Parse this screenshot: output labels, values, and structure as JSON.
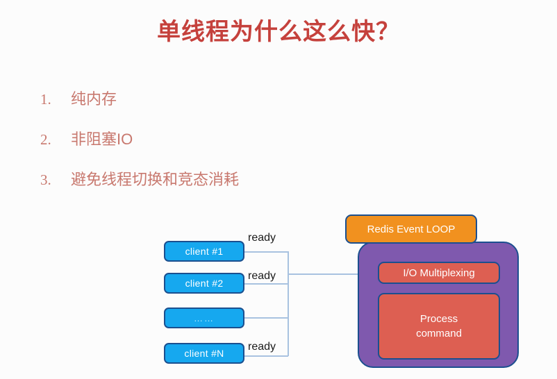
{
  "slide": {
    "title": "单线程为什么这么快？",
    "title_color": "#c5413c",
    "background": "#fcfcfc",
    "list_color": "#c8786e"
  },
  "list": {
    "items": [
      {
        "number": "1.",
        "text": "纯内存"
      },
      {
        "number": "2.",
        "text": "非阻塞IO"
      },
      {
        "number": "3.",
        "text": "避免线程切换和竞态消耗"
      }
    ]
  },
  "diagram": {
    "clients": [
      {
        "label": "client #1"
      },
      {
        "label": "client #2"
      },
      {
        "label": "……"
      },
      {
        "label": "client #N"
      }
    ],
    "ready_labels": [
      "ready",
      "ready",
      "ready"
    ],
    "event_loop": {
      "title": "Redis Event LOOP",
      "title_color": "#f1911f",
      "body_color": "#7f59ae",
      "blocks": [
        {
          "label": "I/O Multiplexing"
        },
        {
          "label": "Process\ncommand",
          "line1": "Process",
          "line2": "command"
        }
      ],
      "block_color": "#dd5f52"
    },
    "client_color": "#16a8ef",
    "border_color": "#1b4f8f",
    "connector_color": "#a8c2e0"
  }
}
